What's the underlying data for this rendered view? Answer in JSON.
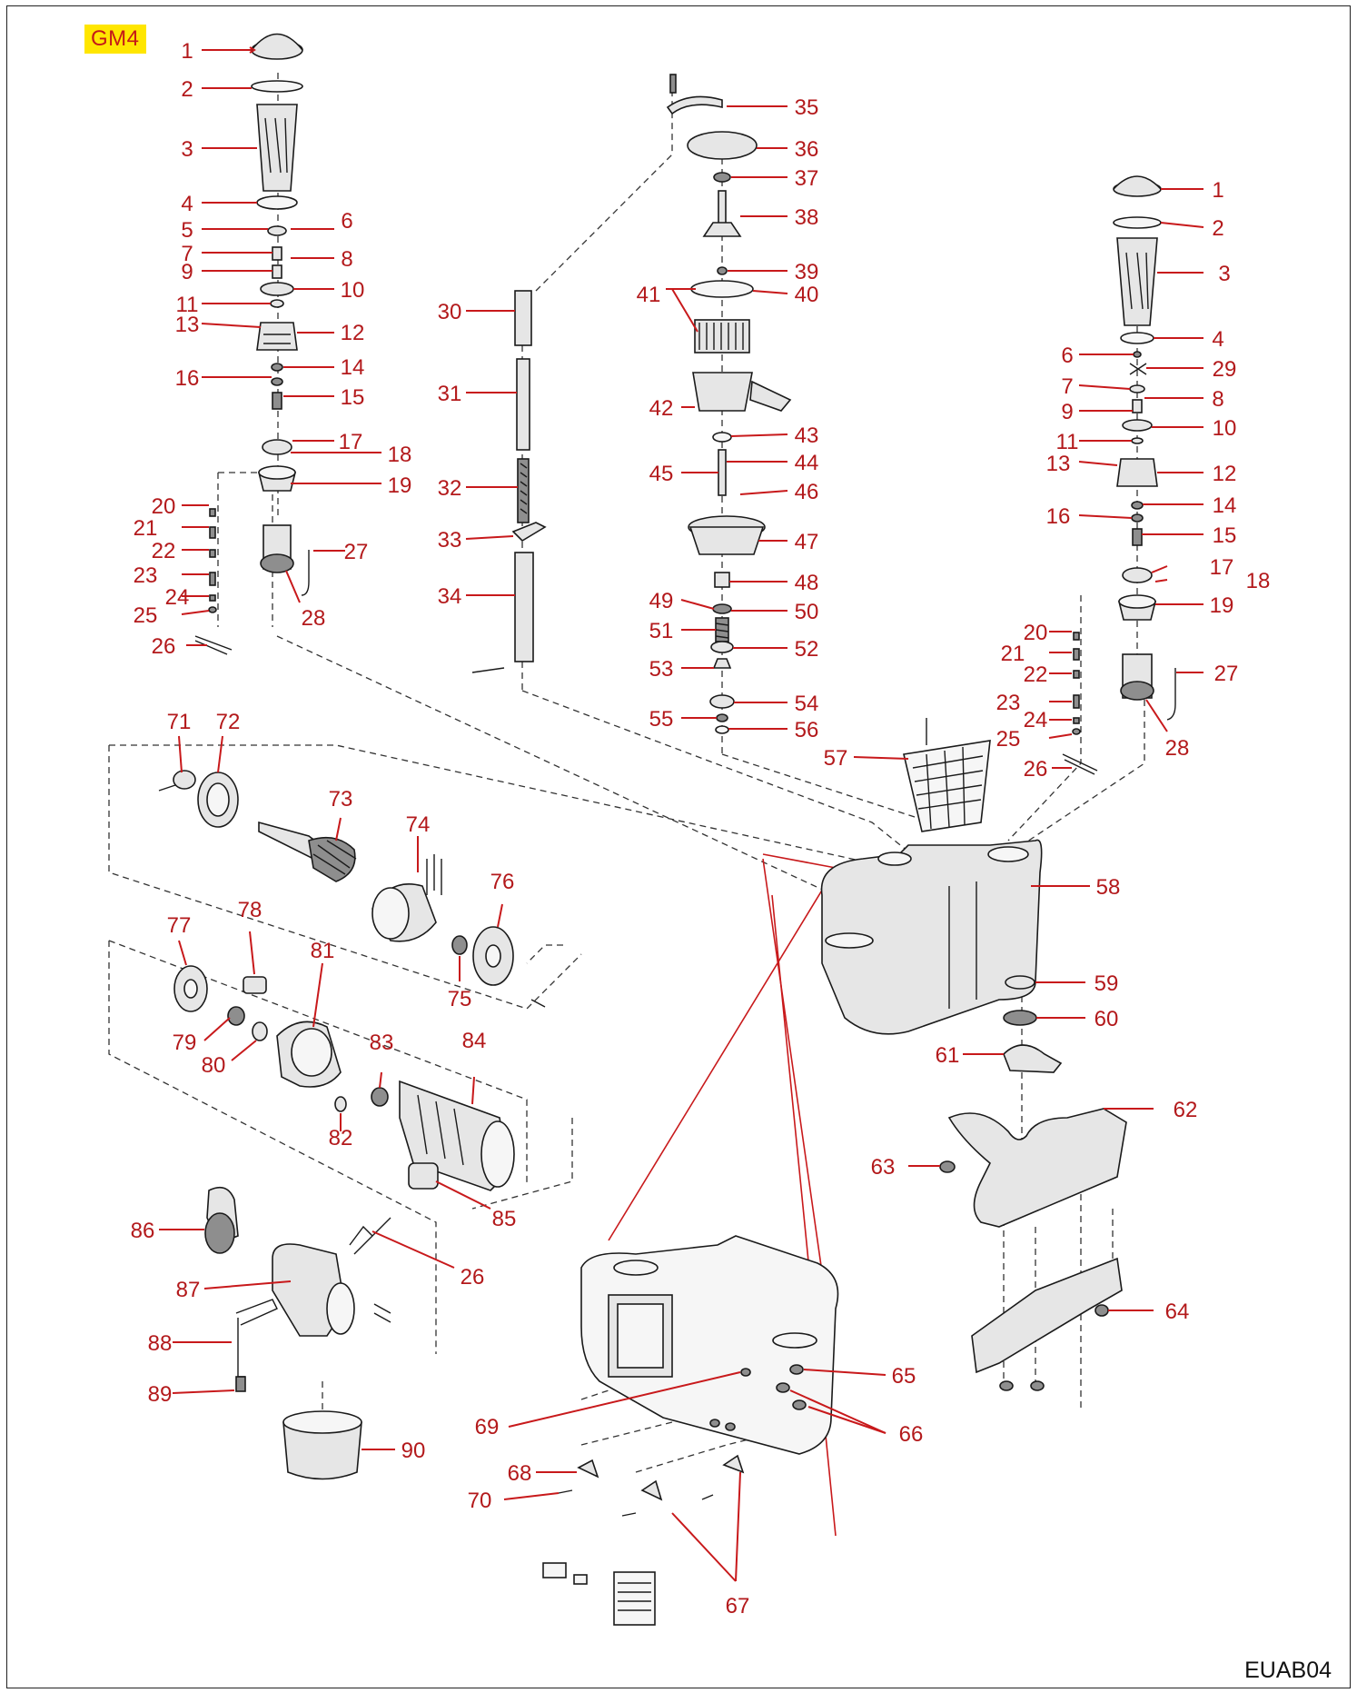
{
  "document": {
    "model_badge": "GM4",
    "code": "EUAB04"
  },
  "colors": {
    "label": "#b3191b",
    "leader": "#c8191b",
    "badge_bg": "#ffe600",
    "outline": "#1a1a1a"
  },
  "callouts": [
    "1",
    "2",
    "3",
    "4",
    "5",
    "6",
    "7",
    "8",
    "9",
    "10",
    "11",
    "12",
    "13",
    "14",
    "15",
    "16",
    "17",
    "18",
    "19",
    "20",
    "21",
    "22",
    "23",
    "24",
    "25",
    "26",
    "27",
    "28",
    "29",
    "30",
    "31",
    "32",
    "33",
    "34",
    "35",
    "36",
    "37",
    "38",
    "39",
    "40",
    "41",
    "42",
    "43",
    "44",
    "45",
    "46",
    "47",
    "48",
    "49",
    "50",
    "51",
    "52",
    "53",
    "54",
    "55",
    "56",
    "57",
    "58",
    "59",
    "60",
    "61",
    "62",
    "63",
    "64",
    "65",
    "66",
    "67",
    "68",
    "69",
    "70",
    "71",
    "72",
    "73",
    "74",
    "75",
    "76",
    "77",
    "78",
    "79",
    "80",
    "81",
    "82",
    "83",
    "84",
    "85",
    "86",
    "87",
    "88",
    "89",
    "90"
  ]
}
